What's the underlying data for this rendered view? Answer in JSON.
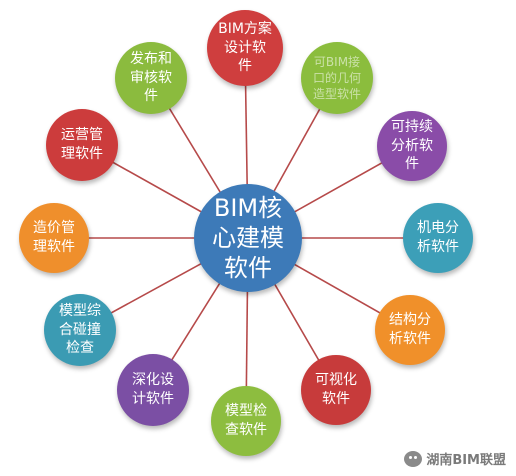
{
  "center": {
    "label": "BIM核心建模软件",
    "color": "#3d7ab8"
  },
  "nodes": [
    {
      "id": "fangan",
      "label": "BIM方案设计软件",
      "color": "#cf3e3e"
    },
    {
      "id": "jiekou",
      "label": "可BIM接口的几何造型软件",
      "color": "#8bbd3d"
    },
    {
      "id": "chixu",
      "label": "可持续分析软件",
      "color": "#8a4ca8"
    },
    {
      "id": "jidian",
      "label": "机电分析软件",
      "color": "#3c9fb8"
    },
    {
      "id": "jiegou",
      "label": "结构分析软件",
      "color": "#f0902a"
    },
    {
      "id": "keshihua",
      "label": "可视化软件",
      "color": "#c73b3b"
    },
    {
      "id": "jiancha",
      "label": "模型检查软件",
      "color": "#8dbd3f"
    },
    {
      "id": "shenhua",
      "label": "深化设计软件",
      "color": "#7b4fa4"
    },
    {
      "id": "pengzhuang",
      "label": "模型综合碰撞检查",
      "color": "#3b9bb3"
    },
    {
      "id": "zaojia",
      "label": "造价管理软件",
      "color": "#ef8f2c"
    },
    {
      "id": "yunying",
      "label": "运营管理软件",
      "color": "#cc3c3c"
    },
    {
      "id": "fabu",
      "label": "发布和审核软件",
      "color": "#8bbb3e"
    }
  ],
  "line_color": "#b64a4a",
  "watermark": {
    "text": "湖南BIM联盟",
    "icon": "wechat-icon"
  }
}
